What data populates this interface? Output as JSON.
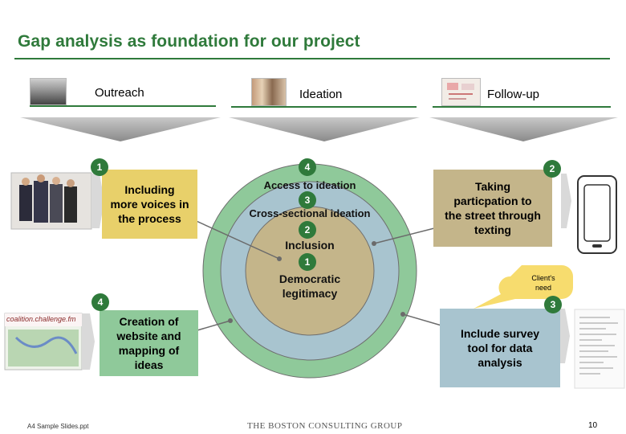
{
  "title": "Gap analysis as foundation for our project",
  "phases": {
    "outreach": "Outreach",
    "ideation": "Ideation",
    "follow_up": "Follow-up"
  },
  "boxes": {
    "voices": "Including more voices in the process",
    "website": "Creation of website and mapping of ideas",
    "texting": "Taking particpation to the street through texting",
    "survey": "Include survey tool for data analysis"
  },
  "rings": {
    "access": "Access to ideation",
    "cross": "Cross-sectional ideation",
    "inclusion": "Inclusion",
    "democratic": "Democratic legitimacy"
  },
  "badges": {
    "voices": "1",
    "website": "4",
    "texting": "2",
    "survey": "3",
    "access": "4",
    "cross": "3",
    "inclusion": "2",
    "democratic": "1"
  },
  "callout": "Client's need",
  "website_banner": "coalition.challenge.fm",
  "footer": {
    "file": "A4 Sample Slides.ppt",
    "logo": "THE BOSTON CONSULTING GROUP",
    "page": "10"
  },
  "colors": {
    "green": "#2f7a3b",
    "yellow_box": "#e8d06a",
    "green_box": "#8fc99a",
    "tan_box": "#c4b58a",
    "blue_box": "#a8c4cf",
    "outer_ring": "#8fc99a",
    "mid_ring": "#a8c4cf",
    "inner_ring": "#c4b58a"
  }
}
